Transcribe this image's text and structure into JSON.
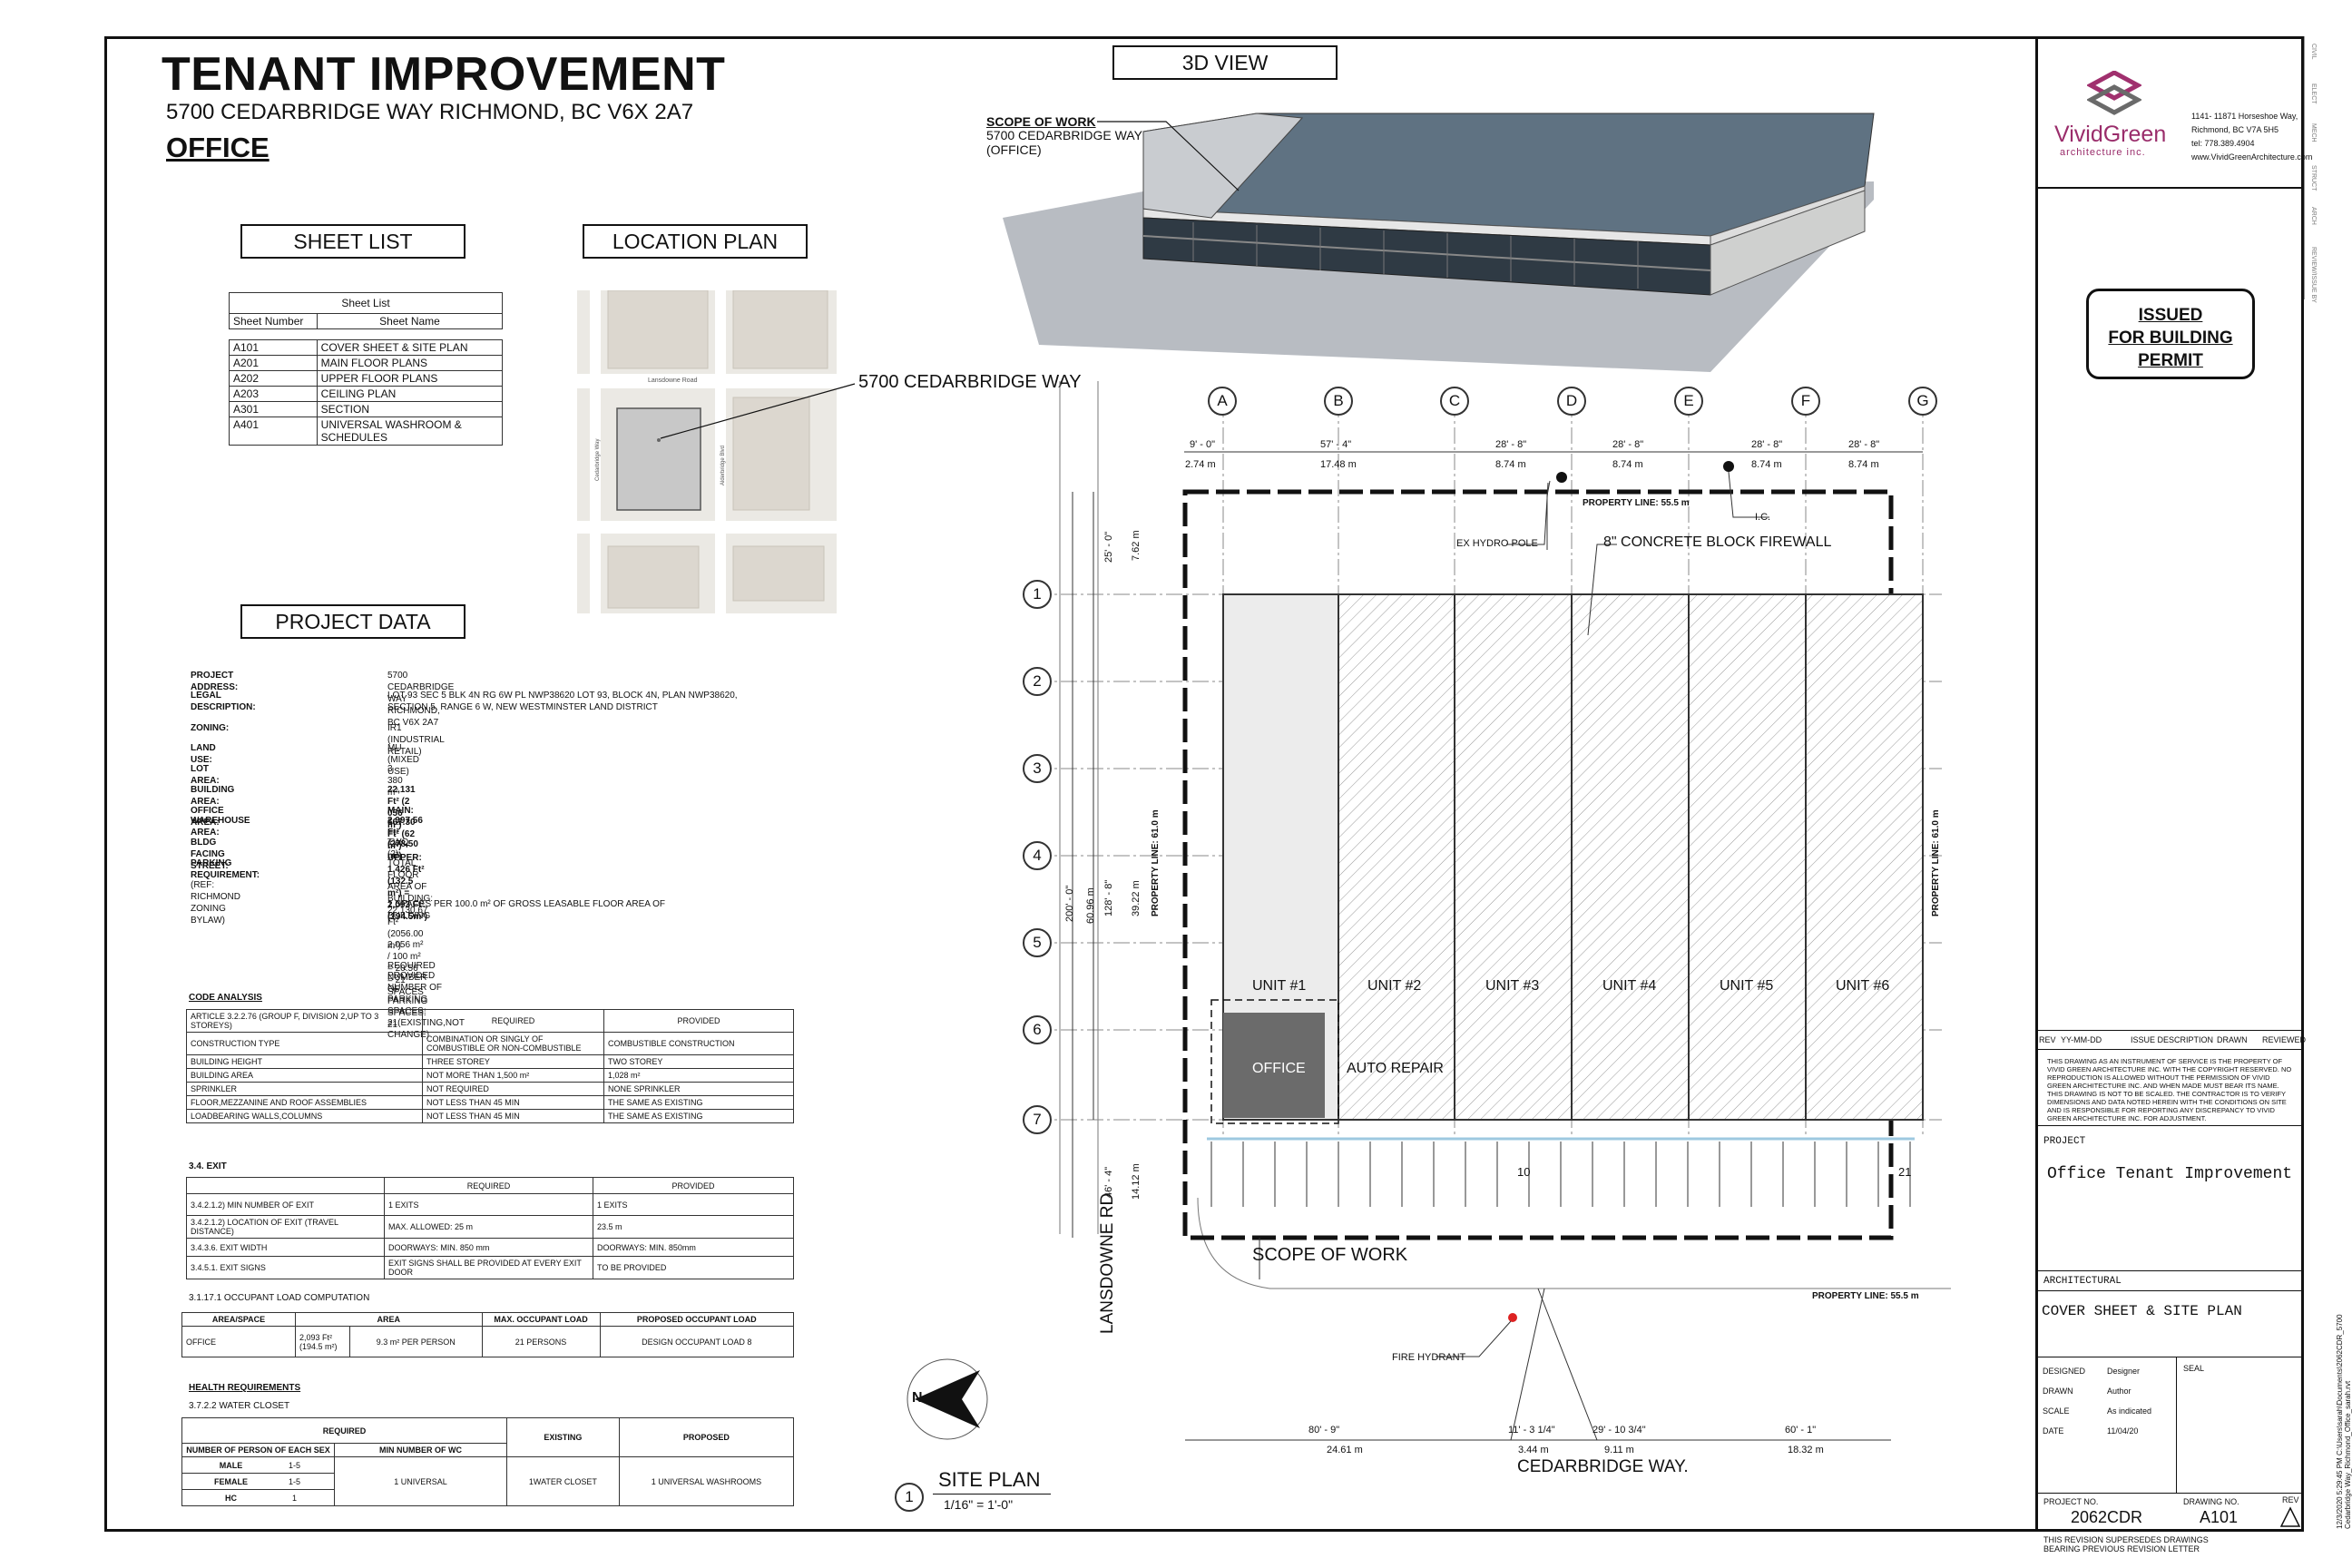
{
  "header": {
    "title": "TENANT IMPROVEMENT",
    "address": "5700 CEDARBRIDGE WAY RICHMOND, BC V6X 2A7",
    "subtitle": "OFFICE"
  },
  "labels": {
    "sheet_list": "SHEET LIST",
    "location_plan": "LOCATION PLAN",
    "project_data": "PROJECT DATA",
    "view3d": "3D VIEW"
  },
  "sheet_list": {
    "title": "Sheet List",
    "col1": "Sheet Number",
    "col2": "Sheet Name",
    "rows": [
      [
        "A101",
        "COVER SHEET & SITE PLAN"
      ],
      [
        "A201",
        "MAIN FLOOR PLANS"
      ],
      [
        "A202",
        "UPPER FLOOR PLANS"
      ],
      [
        "A203",
        "CEILING PLAN"
      ],
      [
        "A301",
        "SECTION"
      ],
      [
        "A401",
        "UNIVERSAL WASHROOM & SCHEDULES"
      ]
    ]
  },
  "location": {
    "callout": "5700 CEDARBRIDGE WAY",
    "road": "Lansdowne Road",
    "street1": "Cedarbridge Way",
    "street2": "Alderbridge Blvd"
  },
  "project_data": [
    [
      "PROJECT ADDRESS:",
      "5700 CEDARBRIDGE WAY RICHMOND, BC V6X 2A7"
    ],
    [
      "LEGAL DESCRIPTION:",
      "LOT 93 SEC 5 BLK 4N RG 6W PL NWP38620 LOT 93, BLOCK 4N, PLAN NWP38620, SECTION 5, RANGE 6 W, NEW WESTMINSTER LAND DISTRICT"
    ],
    [
      "ZONING:",
      "IR1 (INDUSTRIAL RETAIL)"
    ],
    [
      "LAND USE:",
      "MU (MIXED USE)"
    ],
    [
      "LOT AREA:",
      "3 380 m²"
    ],
    [
      "BUILDING AREA:",
      "22,131 Ft² (2 056 m²)"
    ],
    [
      "OFFICE AREA:",
      "MAIN: 667.30 Ft² (62 m²) + UPPER: 1,426 Ft² (132.5 m²) = 2,093 Ft² (194.5m²)"
    ],
    [
      "WAREHOUSE AREA:",
      "2,997.56 Ft² (278.50 m²)"
    ],
    [
      "BLDG FACING STREET:",
      "TWO (2)"
    ],
    [
      "PARKING REQUIREMENT:",
      "TOTAL FLOOR AREA OF BUILDING: 22,130.67 Ft² (2056.00 m²)"
    ]
  ],
  "parking": {
    "ref": "(REF: RICHMOND ZONING BYLAW)",
    "rate": "1 SPACES PER 100.0 m² OF GROSS LEASABLE FLOOR AREA OF BUILDING",
    "calc": "2,056 m² / 100 m² = 20.56 = 21 SPACES",
    "required": "REQUIRED NUMBER OF PARKING SPACES: 21",
    "provided": "PROVIDED NUMBER OF PARKING SPACES: 21(EXISTING,NOT CHANGE)"
  },
  "code": {
    "title": "CODE ANALYSIS",
    "h1": "ARTICLE 3.2.2.76 (GROUP F, DIVISION 2,UP TO 3 STOREYS)",
    "h2": "REQUIRED",
    "h3": "PROVIDED",
    "rows": [
      [
        "CONSTRUCTION TYPE",
        "COMBINATION OR SINGLY OF COMBUSTIBLE OR NON-COMBUSTIBLE",
        "COMBUSTIBLE CONSTRUCTION"
      ],
      [
        "BUILDING HEIGHT",
        "THREE STOREY",
        "TWO STOREY"
      ],
      [
        "BUILDING AREA",
        "NOT MORE THAN 1,500 m²",
        "1,028 m²"
      ],
      [
        "SPRINKLER",
        "NOT REQUIRED",
        "NONE SPRINKLER"
      ],
      [
        "FLOOR,MEZZANINE AND ROOF ASSEMBLIES",
        "NOT LESS THAN 45 MIN",
        "THE SAME AS EXISTING"
      ],
      [
        "LOADBEARING WALLS,COLUMNS",
        "NOT LESS THAN 45 MIN",
        "THE SAME AS EXISTING"
      ]
    ]
  },
  "exit": {
    "title": "3.4. EXIT",
    "h2": "REQUIRED",
    "h3": "PROVIDED",
    "rows": [
      [
        "3.4.2.1.2) MIN NUMBER OF EXIT",
        "1 EXITS",
        "1 EXITS"
      ],
      [
        "3.4.2.1.2) LOCATION OF EXIT (TRAVEL DISTANCE)",
        "MAX. ALLOWED: 25 m",
        "23.5 m"
      ],
      [
        "3.4.3.6. EXIT WIDTH",
        "DOORWAYS: MIN. 850 mm",
        "DOORWAYS: MIN. 850mm"
      ],
      [
        "3.4.5.1. EXIT SIGNS",
        "EXIT SIGNS SHALL BE PROVIDED AT EVERY EXIT DOOR",
        "TO BE PROVIDED"
      ]
    ]
  },
  "occupant": {
    "title": "3.1.17.1 OCCUPANT LOAD COMPUTATION",
    "cols": [
      "AREA/SPACE",
      "AREA",
      "MAX. OCCUPANT LOAD",
      "PROPOSED OCCUPANT LOAD"
    ],
    "row": [
      "OFFICE",
      "2,093 Ft² (194.5 m²)",
      "9.3 m² PER PERSON",
      "21 PERSONS",
      "DESIGN OCCUPANT LOAD 8"
    ]
  },
  "health": {
    "title": "HEALTH REQUIREMENTS",
    "sub": "3.7.2.2 WATER CLOSET",
    "required": "REQUIRED",
    "existing": "EXISTING",
    "proposed": "PROPOSED",
    "c1": "NUMBER OF PERSON OF EACH SEX",
    "c2": "MIN NUMBER OF WC",
    "male": "MALE",
    "female": "FEMALE",
    "hc": "HC",
    "r1": "1-5",
    "r2": "1-5",
    "r3": "1",
    "wc": "1 UNIVERSAL",
    "ex": "1WATER CLOSET",
    "pr": "1 UNIVERSAL WASHROOMS"
  },
  "view3d": {
    "scope_title": "SCOPE OF WORK",
    "scope_line1": "5700 CEDARBRIDGE WAY",
    "scope_line2": "(OFFICE)"
  },
  "site": {
    "grid_cols": [
      "A",
      "B",
      "C",
      "D",
      "E",
      "F",
      "G"
    ],
    "grid_rows": [
      "1",
      "2",
      "3",
      "4",
      "5",
      "6",
      "7"
    ],
    "dims_ft": [
      "9' - 0\"",
      "57' - 4\"",
      "28' - 8\"",
      "28' - 8\"",
      "28' - 8\"",
      "28' - 8\""
    ],
    "dims_m": [
      "2.74 m",
      "17.48 m",
      "8.74 m",
      "8.74 m",
      "8.74 m",
      "8.74 m"
    ],
    "units": [
      "UNIT #1",
      "UNIT #2",
      "UNIT #3",
      "UNIT #4",
      "UNIT #5",
      "UNIT #6"
    ],
    "office": "OFFICE",
    "auto": "AUTO REPAIR",
    "scope": "SCOPE OF WORK",
    "pl_top": "PROPERTY LINE: 55.5 m",
    "pl_bottom": "PROPERTY LINE: 55.5 m",
    "pl_side": "PROPERTY LINE: 61.0 m",
    "hydro": "EX HYDRO POLE",
    "ic": "I.C.",
    "firewall": "8\" CONCRETE BLOCK FIREWALL",
    "hydrant": "FIRE HYDRANT",
    "left_ft1": "25' - 0\"",
    "left_m1": "7.62 m",
    "left_ft2": "128' - 8\"",
    "left_m2": "39.22 m",
    "left_ft3": "200' - 0\"",
    "left_m3": "60.96 m",
    "left_ft4": "46' - 4\"",
    "left_m4": "14.12 m",
    "bot_ft": [
      "80' - 9\"",
      "11' - 3 1/4\"",
      "29' - 10 3/4\"",
      "60' - 1\""
    ],
    "bot_m": [
      "24.61 m",
      "3.44 m",
      "9.11 m",
      "18.32 m"
    ],
    "road_left": "LANSDOWNE RD",
    "road_bottom": "CEDARBRIDGE WAY.",
    "park10": "10",
    "park21": "21",
    "plan_num": "1",
    "plan_title": "SITE PLAN",
    "plan_scale": "1/16\" = 1'-0\"",
    "north": "N"
  },
  "titleblock": {
    "firm1": "VividGreen",
    "firm2": "architecture inc.",
    "addr1": "1141- 11871 Horseshoe Way,",
    "addr2": "Richmond, BC V7A 5H5",
    "addr3": "tel: 778.389.4904",
    "addr4": "www.VividGreenArchitecture.com",
    "stamps": [
      "CIVIL",
      "ELECT",
      "MECH",
      "STRUCT",
      "ARCH",
      "REVIEW/ISSUE BY"
    ],
    "issued1": "ISSUED",
    "issued2": "FOR BUILDING",
    "issued3": "PERMIT",
    "rev_cols": [
      "REV",
      "YY-MM-DD",
      "ISSUE DESCRIPTION",
      "DRAWN",
      "REVIEWED"
    ],
    "notice": "THIS DRAWING AS AN INSTRUMENT OF SERVICE IS THE PROPERTY OF VIVID GREEN ARCHITECTURE INC. WITH THE COPYRIGHT RESERVED. NO REPRODUCTION IS ALLOWED WITHOUT THE PERMISSION OF VIVID GREEN ARCHITECTURE INC. AND WHEN MADE MUST BEAR ITS NAME. THIS DRAWING IS NOT TO BE SCALED. THE CONTRACTOR IS TO VERIFY DIMENSIONS AND DATA NOTED HEREIN WITH THE CONDITIONS ON SITE AND IS RESPONSIBLE FOR REPORTING ANY DISCREPANCY TO VIVID GREEN ARCHITECTURE INC. FOR ADJUSTMENT.",
    "project_label": "PROJECT",
    "project": "Office Tenant Improvement",
    "discipline": "ARCHITECTURAL",
    "sheet_title": "COVER SHEET & SITE PLAN",
    "designed_l": "DESIGNED",
    "designed": "Designer",
    "drawn_l": "DRAWN",
    "drawn": "Author",
    "scale_l": "SCALE",
    "scale": "As indicated",
    "date_l": "DATE",
    "date": "11/04/20",
    "seal": "SEAL",
    "projno_l": "PROJECT NO.",
    "projno": "2062CDR",
    "dwgno_l": "DRAWING NO.",
    "dwgno": "A101",
    "rev_l": "REV",
    "supersedes": "THIS REVISION SUPERSEDES DRAWINGS BEARING PREVIOUS REVISION LETTER",
    "printpath": "12/3/2020 5:29:45 PM  C:\\Users\\sarah\\Documents\\2062CDR_5700 Cedarbridge Way_Richmond_Office_sarah.rvt"
  }
}
